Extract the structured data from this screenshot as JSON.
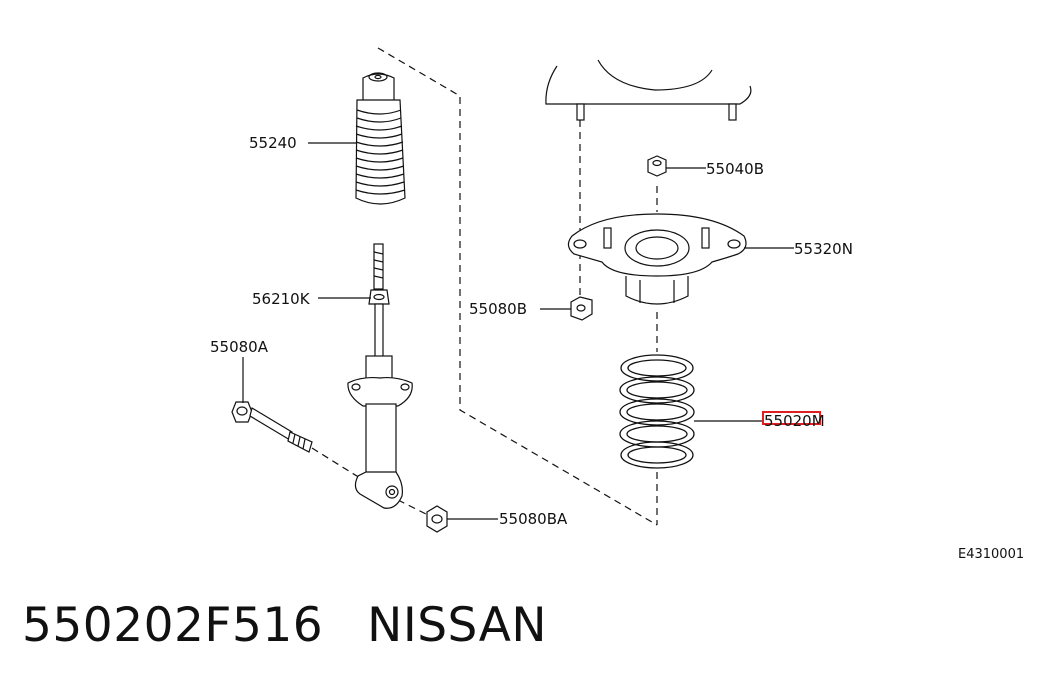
{
  "diagram": {
    "labels": {
      "boot": "55240",
      "bound_bumper": "56210K",
      "lower_bolt": "55080A",
      "nut_lower": "55080BA",
      "upper_nut_big": "55080B",
      "mount_nut": "55040B",
      "mount": "55320N",
      "spring": "55020M"
    },
    "diagram_code": "E4310001",
    "highlight_color": "#e02020"
  },
  "footer": {
    "part_number": "550202F516",
    "brand": "NISSAN"
  }
}
